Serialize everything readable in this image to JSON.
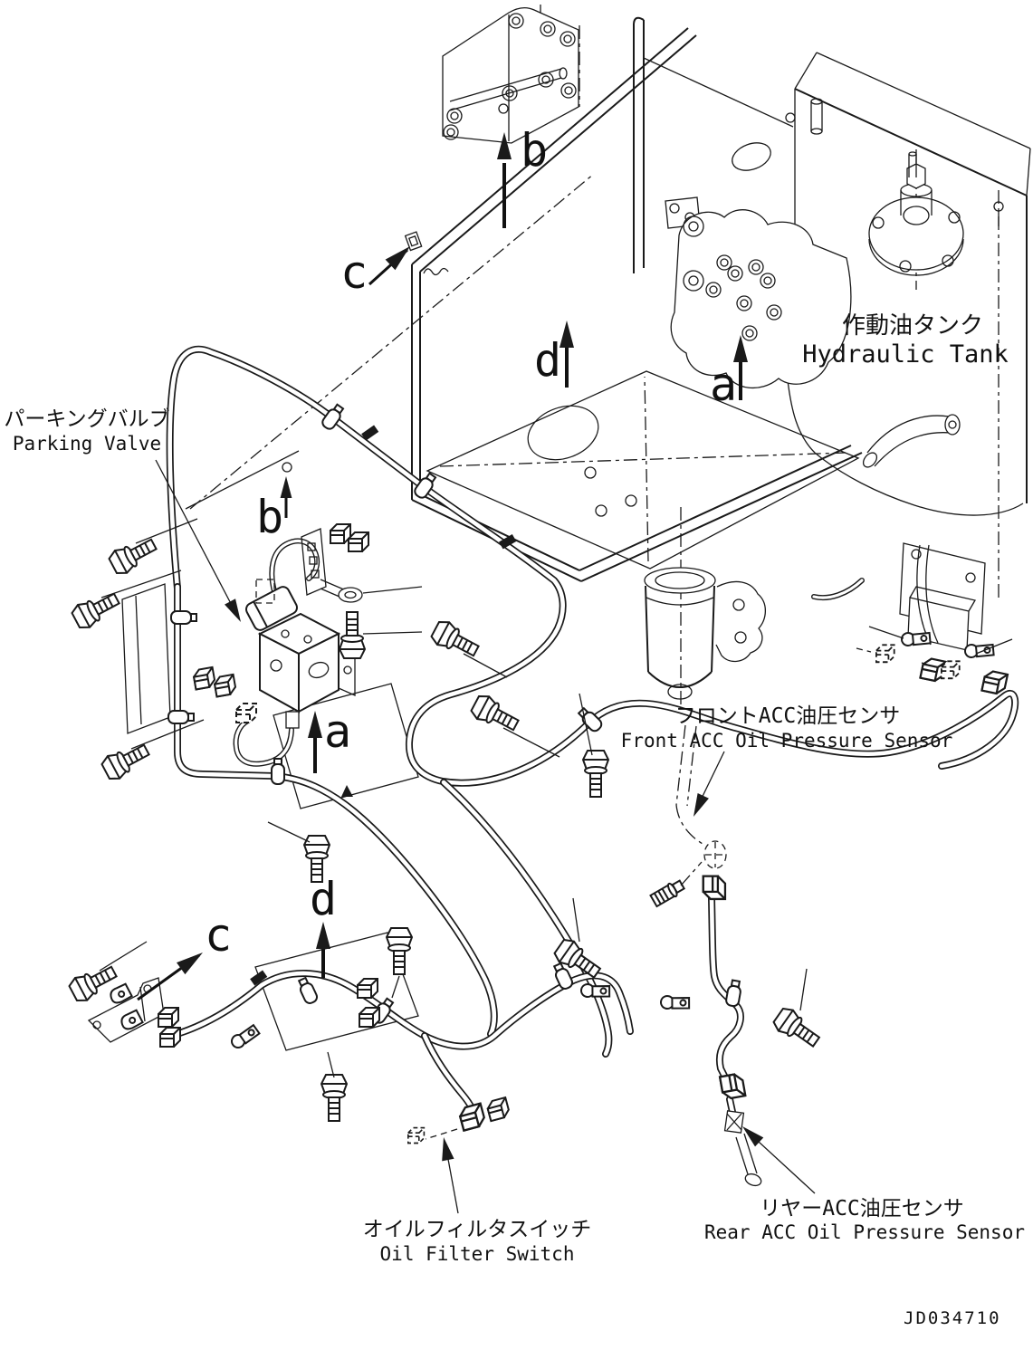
{
  "diagram": {
    "drawing_number": "JD034710",
    "labels": {
      "hydraulic_tank": {
        "ja": "作動油タンク",
        "en": "Hydraulic Tank"
      },
      "parking_valve": {
        "ja": "パーキングバルブ",
        "en": "Parking Valve"
      },
      "front_acc_sensor": {
        "ja": "フロントACC油圧センサ",
        "en": "Front ACC Oil Pressure Sensor"
      },
      "oil_filter_switch": {
        "ja": "オイルフィルタスイッチ",
        "en": "Oil Filter Switch"
      },
      "rear_acc_sensor": {
        "ja": "リヤーACC油圧センサ",
        "en": "Rear ACC Oil Pressure Sensor"
      }
    },
    "view_markers": {
      "top_b": "b",
      "upper_c": "c",
      "upper_d": "d",
      "upper_a": "a",
      "mid_b": "b",
      "mid_a": "a",
      "lower_d": "d",
      "lower_c": "c"
    },
    "colors": {
      "line": "#1a1a1a",
      "background": "#ffffff"
    }
  }
}
